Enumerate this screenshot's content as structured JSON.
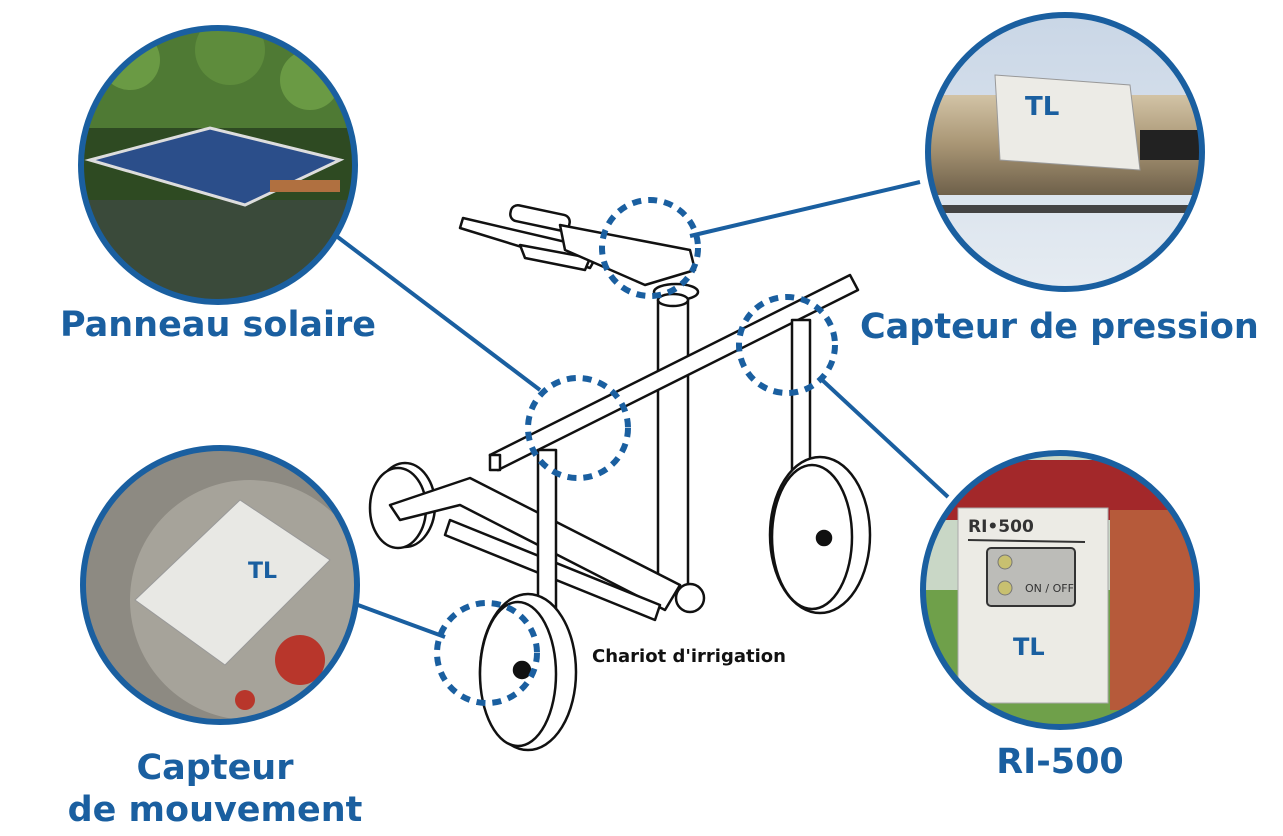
{
  "labels": {
    "solar_panel": "Panneau solaire",
    "pressure_sensor": "Capteur de pression",
    "motion_sensor_line1": "Capteur",
    "motion_sensor_line2": "de mouvement",
    "controller": "RI-500",
    "cart": "Chariot d'irrigation"
  },
  "device_text": {
    "model": "RI•500",
    "button": "ON / OFF"
  },
  "colors": {
    "accent": "#1a5fa0"
  }
}
